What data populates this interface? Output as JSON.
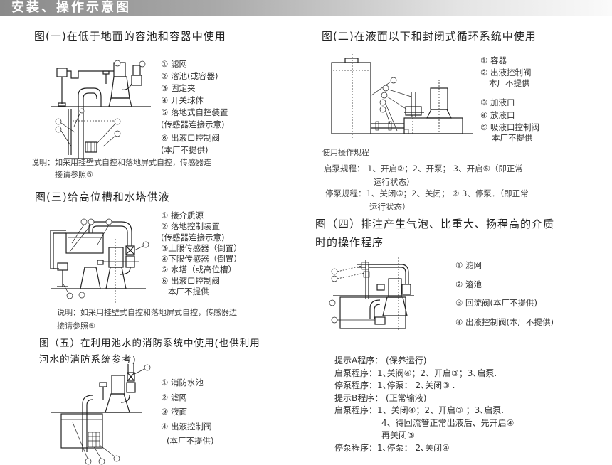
{
  "header": {
    "title": "安装、操作示意图"
  },
  "fig1": {
    "title": "图(一)在低于地面的容池和容器中使用",
    "legend": [
      "① 滤网",
      "② 溶池(或容器)",
      "③ 固定夹",
      "④ 开关球体",
      "⑤ 落地式自控装置",
      "(传感器连接示意)",
      "⑥ 出液口控制阀",
      "(本厂不提供)"
    ],
    "note": [
      "说明：如采用挂壁式自控和落地屏式自控，传感器连",
      "接请参照⑤"
    ]
  },
  "fig2": {
    "title": "图(二)在液面以下和封闭式循环系统中使用",
    "legend": [
      "① 容器",
      "② 出液控制阀",
      "本厂不提供",
      "③ 加液口",
      "④ 放液口",
      "⑤ 吸液口控制阀",
      "本厂不提供"
    ],
    "rules_title": "使用操作规程",
    "start": [
      "启泵规程：  1、开启②；2、开泵；    3、开启⑤（即正常",
      "运行状态）"
    ],
    "stop": [
      "停泵规程：1、关闭⑤；2、关闭；   ②    3、停泵．（即正常",
      "运行状态）"
    ]
  },
  "fig3": {
    "title": "图(三)给高位槽和水塔供液",
    "legend": [
      "① 接介质源",
      "② 落地控制装置",
      "(传感器连接示意)",
      "③上限传感器（倒置）",
      "④下限传感器（倒置）",
      "⑤ 水塔（或高位槽）",
      "⑥ 出液口控制阀",
      "本厂不提供"
    ],
    "note": [
      "说明：如采用挂壁式自控和落地屏式自控，传感器边",
      "接请参照⑤"
    ]
  },
  "fig4": {
    "title": [
      "图（四）排注产生气泡、比重大、扬程高的介质",
      "时的操作程序"
    ],
    "legend": [
      "① 滤网",
      "② 溶池",
      "③ 回流阀(本厂不提供)",
      "④ 出液控制阀(本厂不提供)"
    ],
    "procedures": [
      "提示A程序：   (保养运行)",
      "启泵程序：1､关阀④；2、开启③；3､启泵.",
      "停泵程序：1､停泵：  2､关闭③ .",
      "提示B程序：  (正常输液)",
      "启泵程序：1、关闭④；2、开启③ ；3､启泵.",
      "4、待回流管正常出液后、先开启④",
      "再关闭③",
      "停泵程序：1､停泵：  2､关闭④"
    ]
  },
  "fig5": {
    "title": [
      "图（五）在利用池水的消防系统中使用(也供利用",
      "河水的消防系统参考)"
    ],
    "legend": [
      "① 消防水池",
      "② 滤网",
      "③ 液面",
      "④ 出液控制阀",
      "(本厂不提供)"
    ]
  }
}
